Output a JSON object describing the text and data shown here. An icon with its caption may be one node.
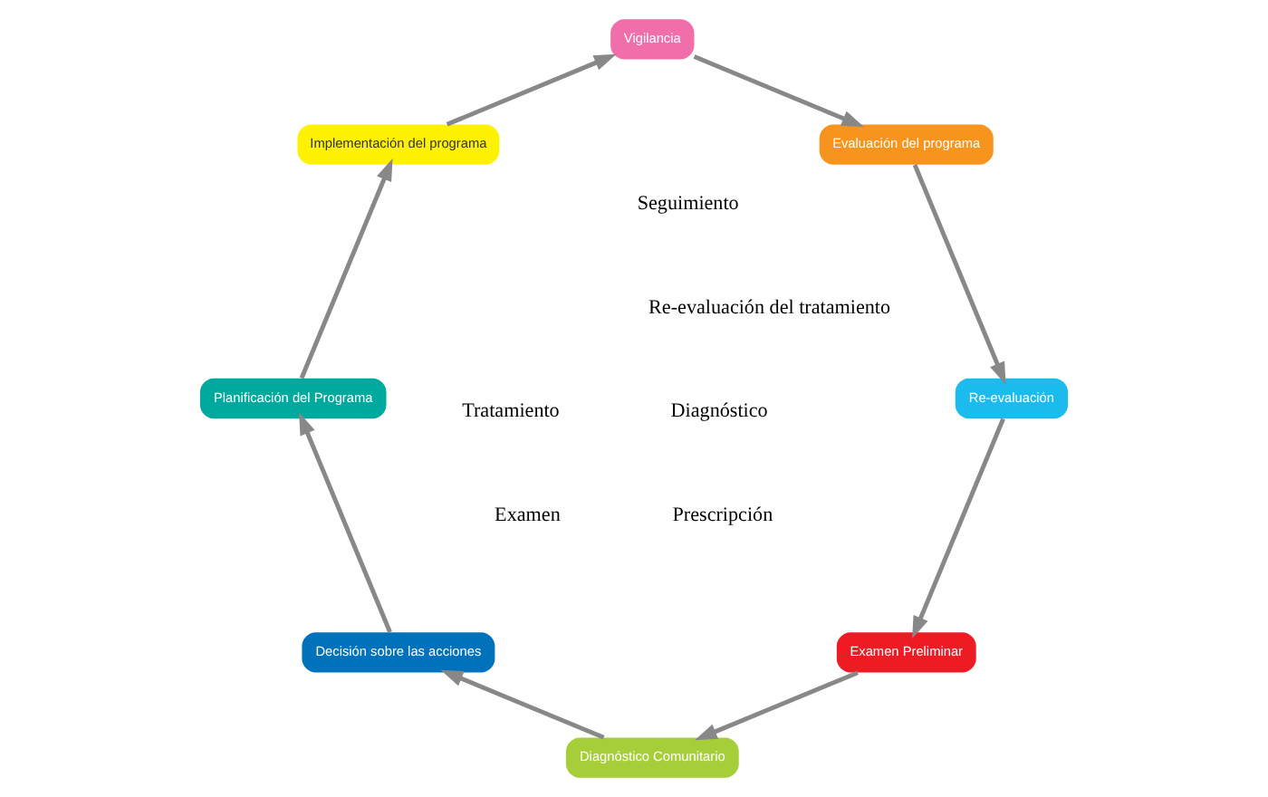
{
  "diagram": {
    "nodes": [
      {
        "text": [
          "Examen Preliminar"
        ]
      },
      {
        "text": [
          "Diagnóstico Comunitario"
        ]
      },
      {
        "text": [
          "Decisión sobre las acciones"
        ]
      },
      {
        "text": [
          "Planificación del Programa"
        ]
      },
      {
        "text": [
          "Implementación del programa"
        ]
      },
      {
        "text": [
          "Vigilancia"
        ]
      },
      {
        "text": [
          "Evaluación del programa"
        ]
      },
      {
        "text": [
          "Re-evaluación"
        ]
      }
    ],
    "edges": [
      {
        "from": 0,
        "to": 1,
        "arrow": "to"
      },
      {
        "from": 1,
        "to": 2,
        "arrow": "to"
      },
      {
        "from": 2,
        "to": 3,
        "arrow": "to"
      },
      {
        "from": 3,
        "to": 4,
        "arrow": "to"
      },
      {
        "from": 4,
        "to": 5,
        "arrow": "to"
      },
      {
        "from": 5,
        "to": 6,
        "arrow": "to"
      },
      {
        "from": 6,
        "to": 7,
        "arrow": "to"
      },
      {
        "from": 7,
        "to": 0,
        "arrow": "to"
      }
    ],
    "labels": [
      "Examen",
      "Re-evaluación del tratamiento",
      "Diagnóstico",
      "Prescripción",
      "Seguimiento",
      "Tratamiento"
    ]
  }
}
